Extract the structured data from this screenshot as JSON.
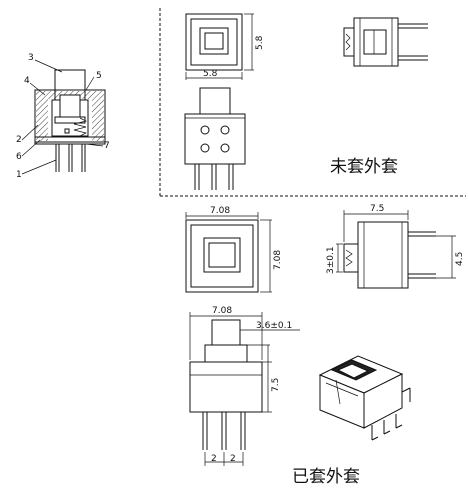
{
  "captions": {
    "without_housing": "未套外套",
    "with_housing": "已套外套"
  },
  "dimensions": {
    "small_width": "5.8",
    "small_height": "5.8",
    "housed_width": "7.08",
    "housed_height": "7.08",
    "side_width": "7.5",
    "side_pin_height": "4.5",
    "side_offset": "3±0.1",
    "front_width": "7.08",
    "front_offset": "3.6±0.1",
    "front_height": "7.5",
    "pitch_left": "2",
    "pitch_right": "2"
  },
  "callouts": [
    "3",
    "4",
    "5",
    "2",
    "6",
    "1",
    "7"
  ]
}
